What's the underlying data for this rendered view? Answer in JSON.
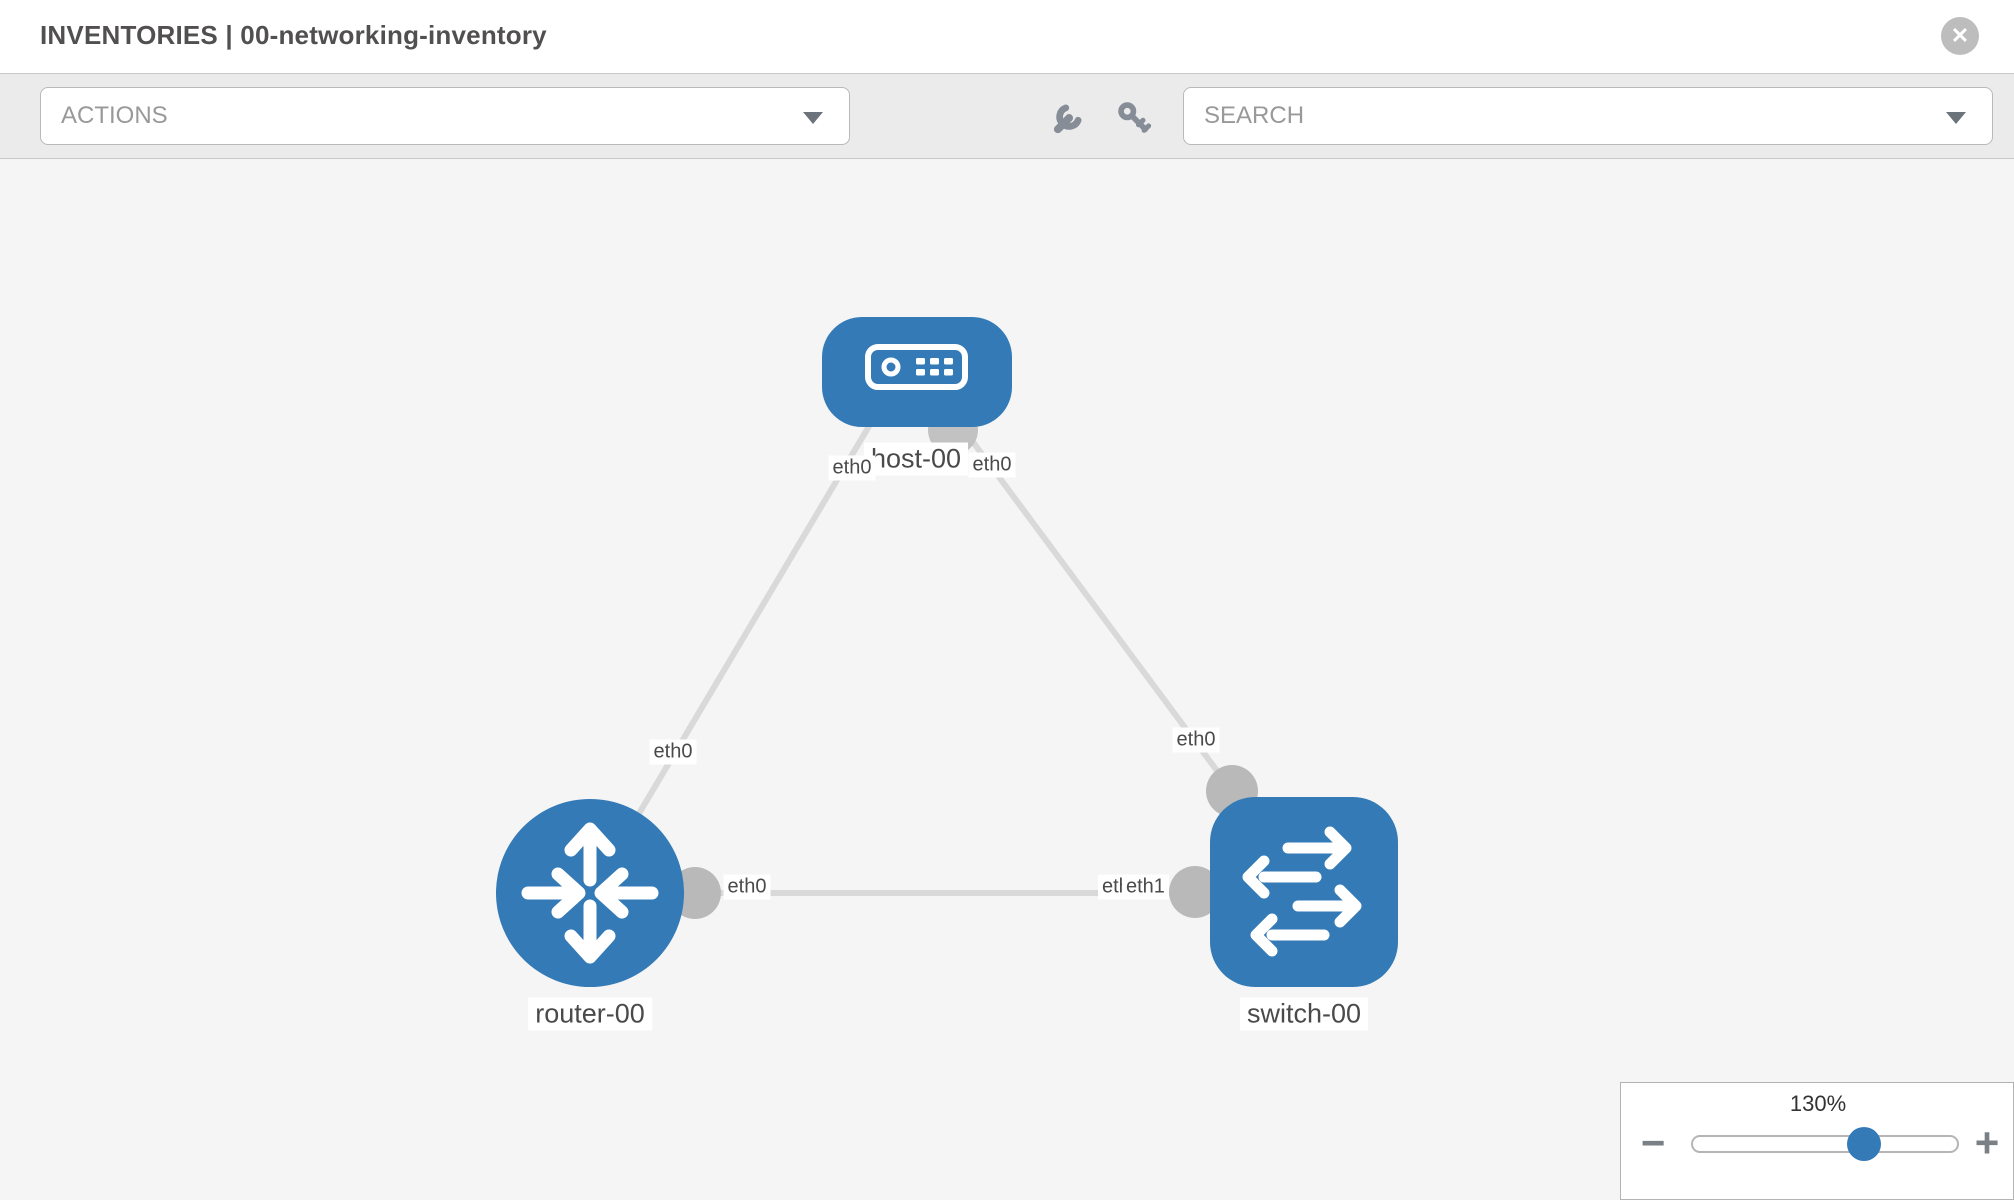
{
  "header": {
    "title": "INVENTORIES | 00-networking-inventory",
    "close_glyph": "✕"
  },
  "toolbar": {
    "actions_label": "ACTIONS",
    "search_label": "SEARCH",
    "icons": [
      "wrench-icon",
      "key-icon",
      "caret-down-icon"
    ]
  },
  "topology": {
    "nodes": [
      {
        "name": "host-00",
        "type": "host"
      },
      {
        "name": "router-00",
        "type": "router"
      },
      {
        "name": "switch-00",
        "type": "switch"
      }
    ],
    "links": [
      {
        "from": "host-00",
        "from_iface": "eth0",
        "to": "router-00",
        "to_iface": "eth0"
      },
      {
        "from": "host-00",
        "from_iface": "eth0",
        "to": "switch-00",
        "to_iface": "eth0"
      },
      {
        "from": "router-00",
        "from_iface": "eth0",
        "to": "switch-00",
        "to_iface": "eth1",
        "occluded_iface_label": "eth0"
      }
    ]
  },
  "zoom_control": {
    "level": "130%",
    "minus_glyph": "−",
    "plus_glyph": "+"
  },
  "colors": {
    "node_blue": "#337ab7",
    "link_gray": "#d9d9d9",
    "interface_gray": "#b9b9b9",
    "toolbar_bg": "#ebebeb",
    "canvas_bg": "#f5f5f5",
    "slider_thumb_blue": "#337ab7"
  }
}
